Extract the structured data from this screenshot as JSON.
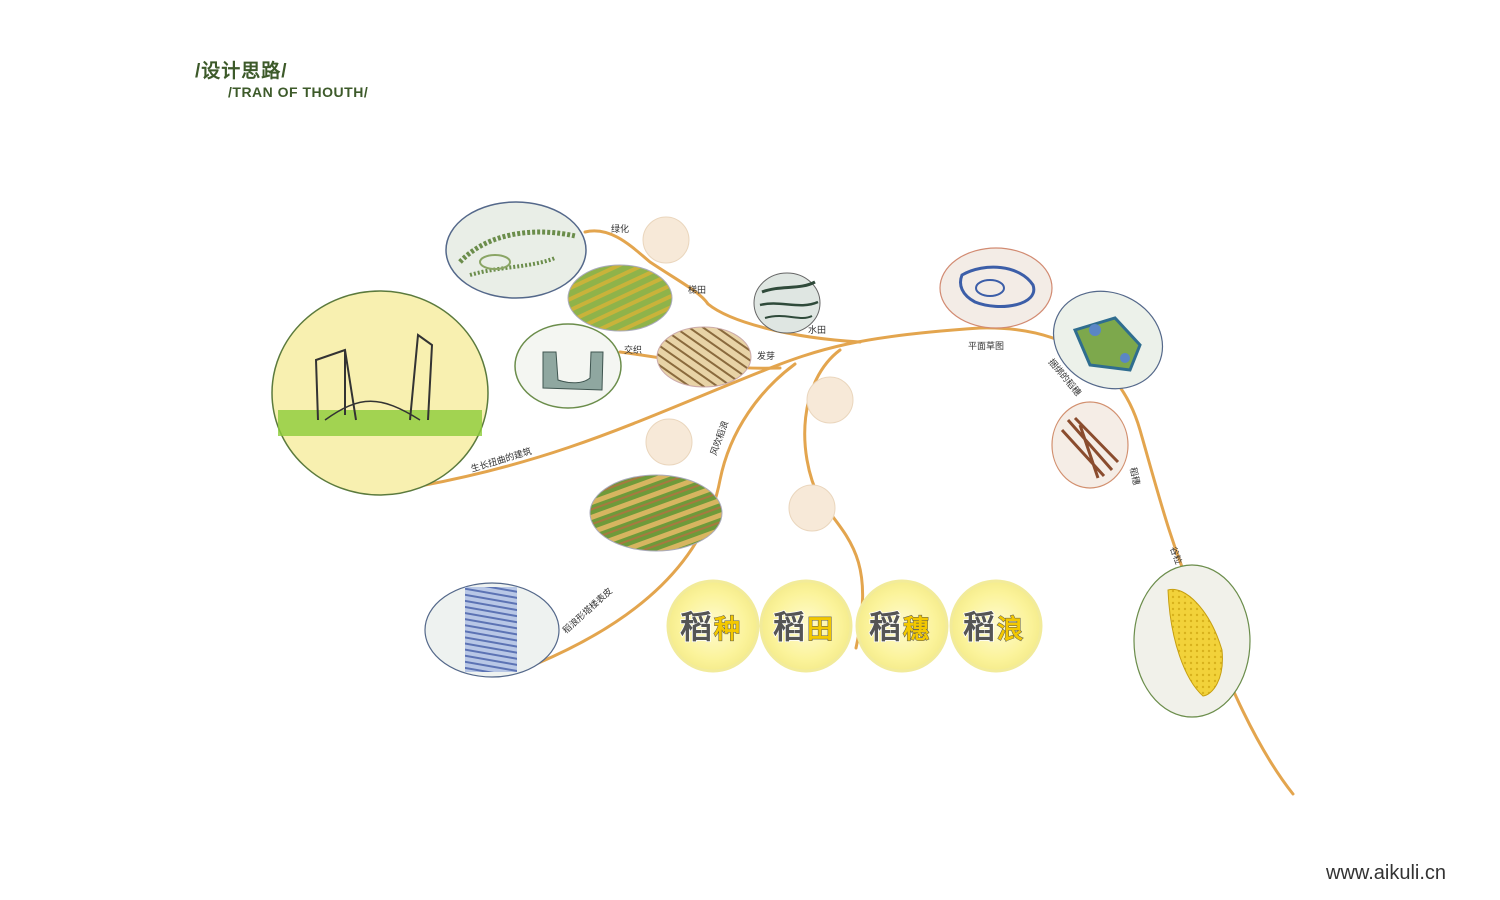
{
  "header": {
    "title": "/设计思路/",
    "subtitle": "/TRAN OF THOUTH/"
  },
  "branch_labels": {
    "greening": "绿化",
    "terrace": "梯田",
    "paddy": "水田",
    "weave": "交织",
    "sprout": "发芽",
    "plan_sketch": "平面草图",
    "bundled_ears": "捆绑的稻穗",
    "rice_ear": "稻穗",
    "grain": "谷粒",
    "wind_waves": "风吹稻浪",
    "twisted_building": "生长扭曲的建筑",
    "tower_skin": "稻浪形塔楼表皮"
  },
  "concepts": [
    {
      "char1": "稻",
      "char2": "种"
    },
    {
      "char1": "稻",
      "char2": "田"
    },
    {
      "char1": "稻",
      "char2": "穗"
    },
    {
      "char1": "稻",
      "char2": "浪"
    }
  ],
  "colors": {
    "branch": "#e3a54e",
    "heading": "#3d5a2a",
    "bubble": "#f7e9d8",
    "concept_fill": "#fbf39a",
    "concept_char_dark": "#555555",
    "concept_char_accent": "#f3c800"
  },
  "footer": {
    "watermark": "www.aikuli.cn"
  }
}
